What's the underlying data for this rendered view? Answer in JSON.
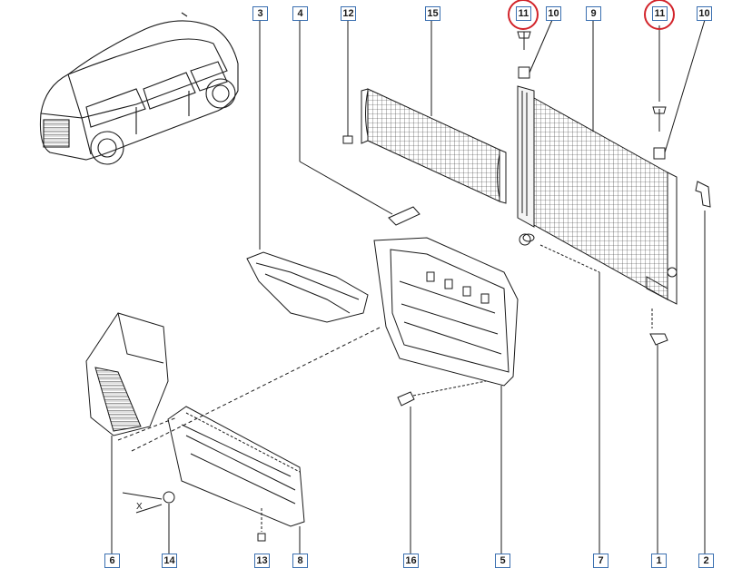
{
  "callouts": {
    "c3": "3",
    "c4": "4",
    "c12": "12",
    "c15": "15",
    "c11a": "11",
    "c10a": "10",
    "c9": "9",
    "c11b": "11",
    "c10b": "10",
    "c6": "6",
    "c14": "14",
    "c13": "13",
    "c8": "8",
    "c16": "16",
    "c5": "5",
    "c7": "7",
    "c1": "1",
    "c2": "2"
  },
  "highlight_color": "#d2232a",
  "callout_border_color": "#3a6fb0",
  "axis_mark": "X"
}
